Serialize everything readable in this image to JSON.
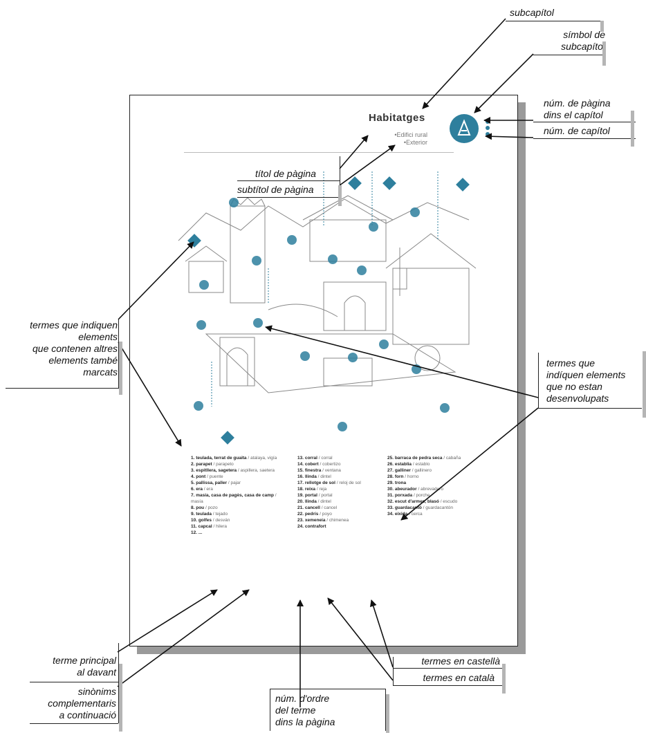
{
  "labels": {
    "subcapitol": "subcapítol",
    "simbol": [
      "símbol de",
      "subcapítol"
    ],
    "num_pagina": [
      "núm. de pàgina",
      "dins el capítol"
    ],
    "num_capitol": "núm. de capítol",
    "titol_pagina": "títol de pàgina",
    "subtitol_pagina": "subtítol de pàgina",
    "termes_contenen": [
      "termes que indiquen",
      "elements",
      "que contenen altres",
      "elements també",
      "marcats"
    ],
    "termes_no_desenv": [
      "termes que",
      "indíquen elements",
      "que no estan",
      "desenvolupats"
    ],
    "terme_principal": [
      "terme principal",
      "al davant"
    ],
    "sinonims": [
      "sinònims",
      "complementaris",
      "a continuació"
    ],
    "termes_castella": "termes en castellà",
    "termes_catala": "termes en català",
    "num_ordre": [
      "núm. d'ordre",
      "del terme",
      "dins la pàgina"
    ]
  },
  "sample_page": {
    "title": "Habitatges",
    "subtitle": [
      "•Edifici rural",
      "•Exterior"
    ],
    "col1": [
      {
        "term": "1. teulada, terrat de guaita",
        "es": " / atalaya, vigía"
      },
      {
        "term": "2. parapet",
        "es": " / parapeto"
      },
      {
        "term": "3. espitllera, sagetera",
        "es": " / aspillera, saetera"
      },
      {
        "term": "4. pont",
        "es": " / puente"
      },
      {
        "term": "5. pallissa, paller",
        "es": " / pajar"
      },
      {
        "term": "6. era",
        "es": " / era"
      },
      {
        "term": "7. masia, casa de pagès, casa de camp",
        "es": " / masía"
      },
      {
        "term": "8. pou",
        "es": " / pozo"
      },
      {
        "term": "9. teulada",
        "es": " / tejado"
      },
      {
        "term": "10. golfes",
        "es": " / desván"
      },
      {
        "term": "11. capcal",
        "es": " / hilera"
      },
      {
        "term": "12. ...",
        "es": ""
      }
    ],
    "col2": [
      {
        "term": "13. corral",
        "es": " / corral"
      },
      {
        "term": "14. cobert",
        "es": " / cobertizo"
      },
      {
        "term": "15. finestra",
        "es": " / ventana"
      },
      {
        "term": "16. llinda",
        "es": " / dintel"
      },
      {
        "term": "17. rellotge de sol",
        "es": " / reloj de sol"
      },
      {
        "term": "18. reixa",
        "es": " / reja"
      },
      {
        "term": "19. portal",
        "es": " / portal"
      },
      {
        "term": "20. llinda",
        "es": " / dintel"
      },
      {
        "term": "21. cancell",
        "es": " / cancel"
      },
      {
        "term": "22. pedrís",
        "es": " / poyo"
      },
      {
        "term": "23. xemeneia",
        "es": " / chimenea"
      },
      {
        "term": "24. contrafort",
        "es": ""
      }
    ],
    "col3": [
      {
        "term": "25. barraca de pedra seca",
        "es": " / cabaña"
      },
      {
        "term": "26. establia",
        "es": " / establo"
      },
      {
        "term": "27. galliner",
        "es": " / gallinero"
      },
      {
        "term": "28. forn",
        "es": " / horno"
      },
      {
        "term": "29. trona",
        "es": ""
      },
      {
        "term": "30. abeurador",
        "es": " / abrevadero"
      },
      {
        "term": "31. porxada",
        "es": " / porche"
      },
      {
        "term": "32. escut d'armes, blasó",
        "es": " / escudo"
      },
      {
        "term": "33. guardacantó",
        "es": " / guardacantón"
      },
      {
        "term": "34. eixida",
        "es": " / cerca"
      }
    ]
  }
}
